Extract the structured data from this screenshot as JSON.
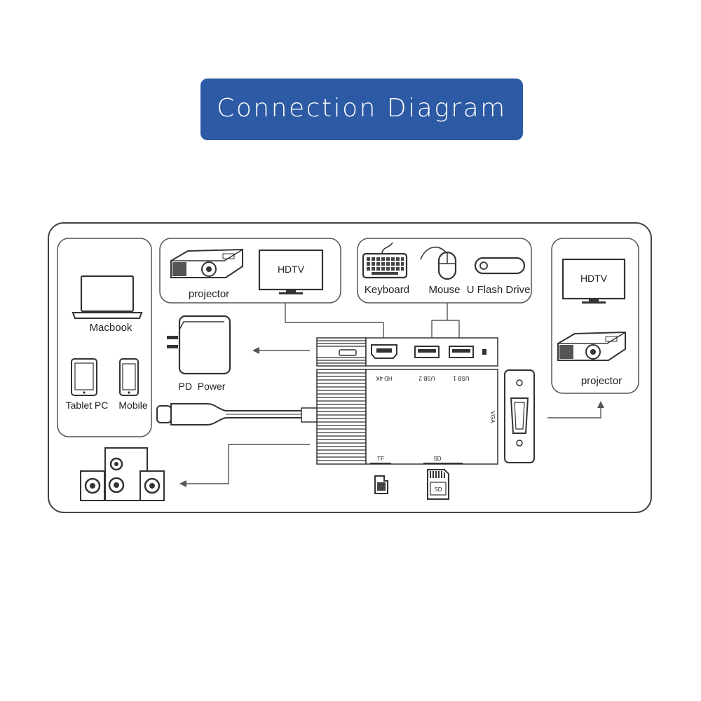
{
  "title": "Connection Diagram",
  "devices": {
    "macbook": "Macbook",
    "tablet": "Tablet PC",
    "mobile": "Mobile",
    "pd_power": "PD  Power",
    "projector_top": "projector",
    "hdtv_top": "HDTV",
    "keyboard": "Keyboard",
    "mouse": "Mouse",
    "flash_drive": "U Flash Drive",
    "hdtv_right": "HDTV",
    "projector_right": "projector"
  },
  "ports": {
    "hd4k": "HD 4K",
    "usb2": "USB 2",
    "usb1": "USB 1",
    "vga": "VGA",
    "tf": "TF",
    "sd": "SD",
    "sd_card": "SD"
  },
  "colors": {
    "title_bg": "#2c5aa4",
    "line": "#555555",
    "frame": "#444444"
  }
}
